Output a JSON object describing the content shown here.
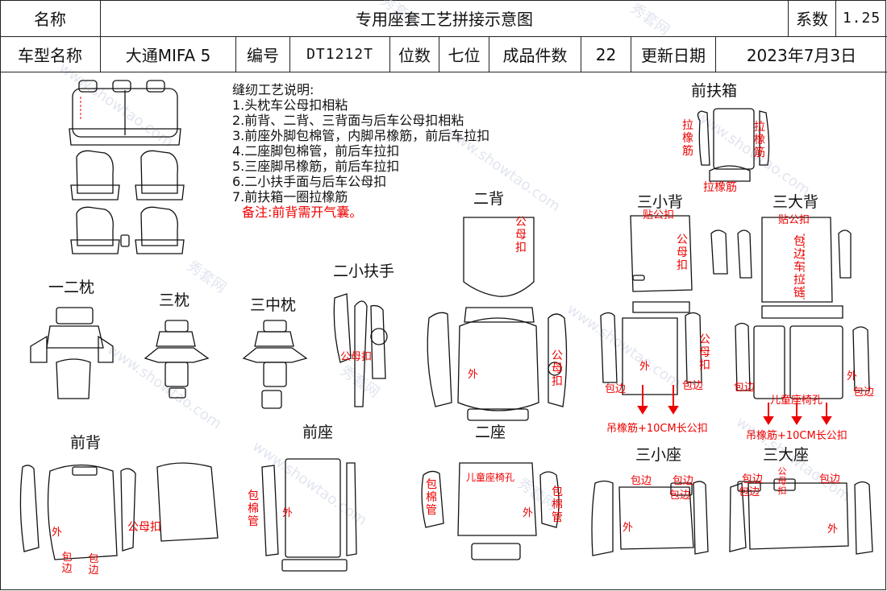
{
  "header": {
    "name_label": "名称",
    "title": "专用座套工艺拼接示意图",
    "coef_label": "系数",
    "coef_value": "1.25",
    "model_label": "车型名称",
    "model_value": "大通MIFA 5",
    "code_label": "编号",
    "code_value": "DT1212T",
    "seats_label": "位数",
    "seats_value": "七位",
    "pieces_label": "成品件数",
    "pieces_value": "22",
    "update_label": "更新日期",
    "update_value": "2023年7月3日"
  },
  "notes": {
    "title": "缝纫工艺说明:",
    "items": [
      "1.头枕车公母扣相粘",
      "2.前背、二背、三背面与后车公母扣相粘",
      "3.前座外脚包棉管，内脚吊橡筋，前后车拉扣",
      "4.二座脚包棉管，前后车拉扣",
      "5.三座脚吊橡筋，前后车拉扣",
      "6.二小扶手面与后车公母扣",
      "7.前扶箱一圈拉橡筋"
    ],
    "remark": "备注:前背需开气囊。"
  },
  "sections": {
    "front_box": "前扶箱",
    "second_back": "二背",
    "third_small_back": "三小背",
    "third_big_back": "三大背",
    "headrest_12": "一二枕",
    "headrest_3": "三枕",
    "headrest_3mid": "三中枕",
    "second_small_armrest": "二小扶手",
    "front_back": "前背",
    "front_seat": "前座",
    "second_seat": "二座",
    "third_small_seat": "三小座",
    "third_big_seat": "三大座"
  },
  "annotations": {
    "pull_elastic": "拉橡筋",
    "pull_elastic_left_v": [
      "拉",
      "橡",
      "筋"
    ],
    "pull_elastic_right_v": [
      "拉",
      "橡",
      "筋"
    ],
    "stick_snap": "贴公扣",
    "snap_v": [
      "公",
      "母",
      "扣"
    ],
    "snap_h": "公母扣",
    "edge_zip_v": [
      "包",
      "边",
      "车",
      "拉",
      "链"
    ],
    "outer": "外",
    "edging": "包边",
    "edging_v": [
      "包",
      "边"
    ],
    "child_seat_hole": "儿童座椅孔",
    "hang_elastic_10cm": "吊橡筋+10CM长公扣",
    "foam_tube_v": [
      "包",
      "棉",
      "管"
    ],
    "snap_v2": [
      "公",
      "母",
      "扣"
    ]
  },
  "watermark": {
    "text_cn": "秀套网",
    "text_en": "www.showtao.com"
  },
  "colors": {
    "annotation": "#e00000",
    "line": "#111111",
    "watermark": "#cfd4e6"
  }
}
